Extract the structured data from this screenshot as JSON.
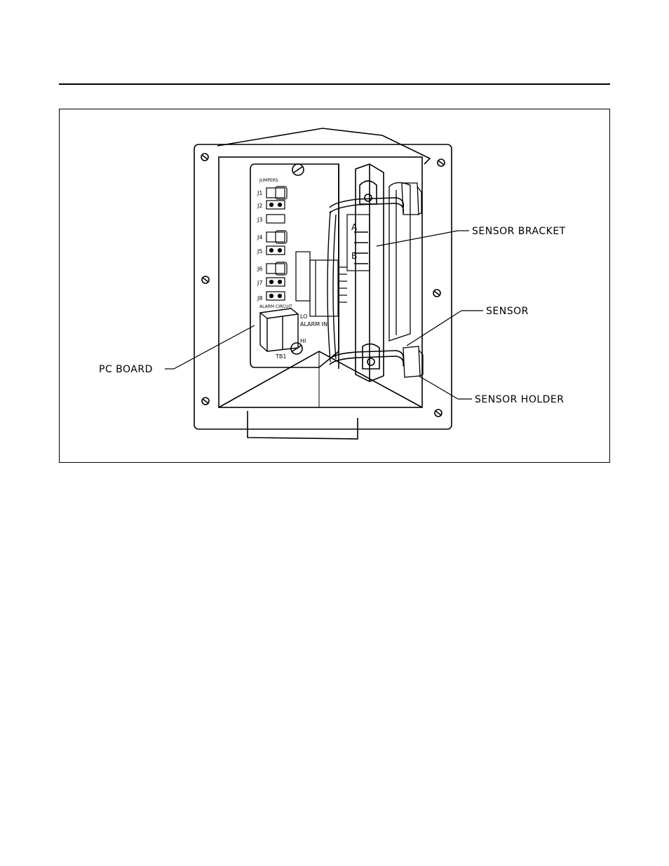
{
  "figure": {
    "callouts": {
      "sensor_bracket": "SENSOR BRACKET",
      "sensor": "SENSOR",
      "pc_board": "PC BOARD",
      "sensor_holder": "SENSOR HOLDER"
    },
    "pcb_labels": {
      "jumpers": "JUMPERS",
      "j1": "J1",
      "j2": "J2",
      "j3": "J3",
      "j4": "J4",
      "j5": "J5",
      "j6": "J6",
      "j7": "J7",
      "j8": "J8",
      "alarm_circuit": "ALARM CIRCUIT",
      "lo": "LO",
      "alarm_in": "ALARM IN",
      "hi": "HI",
      "tb1": "TB1"
    },
    "bracket_labels": {
      "a": "A",
      "b": "B"
    }
  }
}
